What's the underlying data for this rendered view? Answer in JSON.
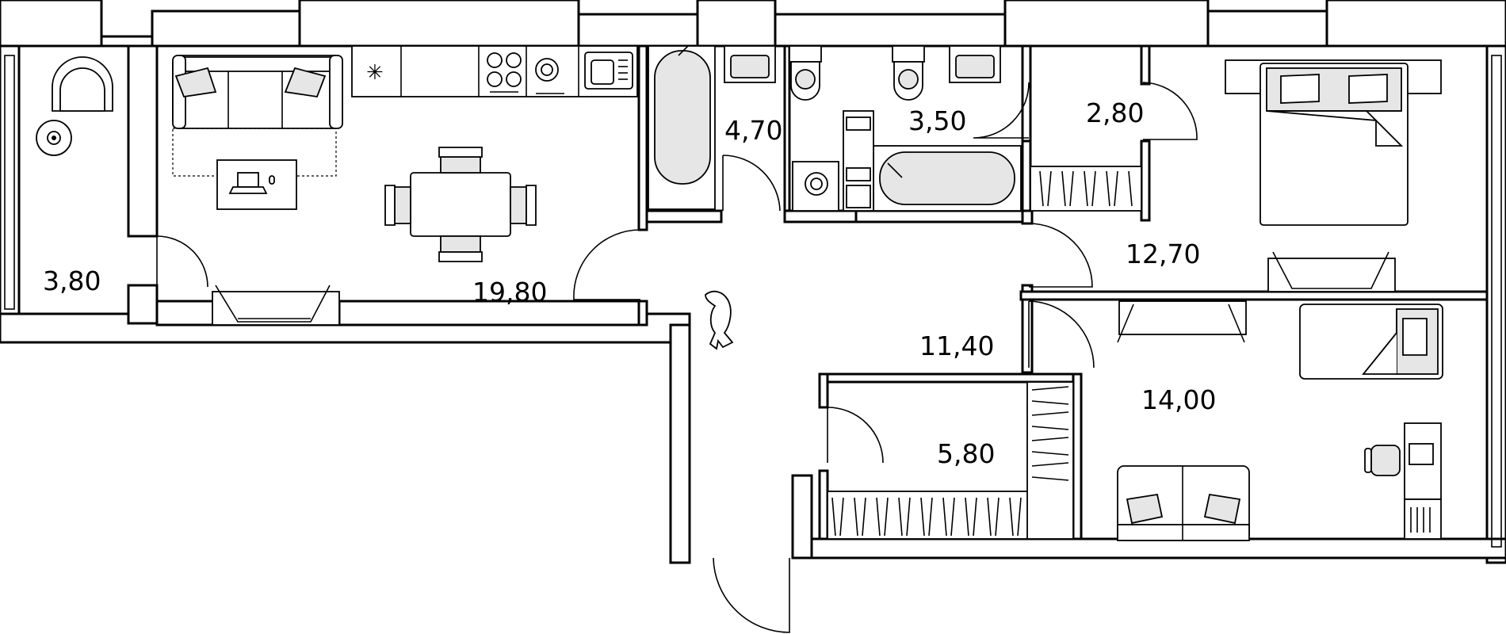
{
  "rooms": [
    {
      "id": "balcony",
      "area": "3,80"
    },
    {
      "id": "living-kitchen",
      "area": "19,80"
    },
    {
      "id": "bathroom-1",
      "area": "4,70"
    },
    {
      "id": "bathroom-2",
      "area": "3,50"
    },
    {
      "id": "storage",
      "area": "2,80"
    },
    {
      "id": "bedroom-1",
      "area": "12,70"
    },
    {
      "id": "hallway",
      "area": "11,40"
    },
    {
      "id": "walk-in-closet",
      "area": "5,80"
    },
    {
      "id": "bedroom-2",
      "area": "14,00"
    }
  ],
  "colors": {
    "line": "#000000",
    "fill": "#ffffff",
    "furniture_grey": "#e6e6e6"
  }
}
